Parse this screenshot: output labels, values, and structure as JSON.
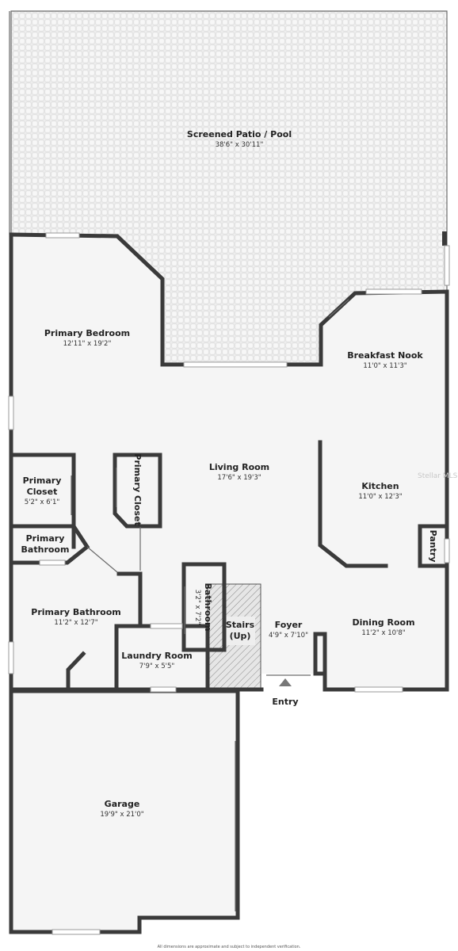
{
  "rooms": {
    "patio": {
      "name": "Screened Patio / Pool",
      "dim": "38'6\" x 30'11\""
    },
    "primary_bedroom": {
      "name": "Primary Bedroom",
      "dim": "12'11\" x 19'2\""
    },
    "breakfast_nook": {
      "name": "Breakfast Nook",
      "dim": "11'0\" x 11'3\""
    },
    "living_room": {
      "name": "Living Room",
      "dim": "17'6\" x 19'3\""
    },
    "kitchen": {
      "name": "Kitchen",
      "dim": "11'0\" x 12'3\""
    },
    "primary_closet_a": {
      "name": "Primary",
      "name2": "Closet",
      "dim": "5'2\" x 6'1\""
    },
    "primary_closet_b": {
      "name": "Primary Closet"
    },
    "primary_bathroom_small": {
      "name": "Primary",
      "name2": "Bathroom"
    },
    "pantry": {
      "name": "Pantry"
    },
    "bathroom": {
      "name": "Bathroom",
      "dim": "3'2\" x 7'2\""
    },
    "primary_bathroom": {
      "name": "Primary Bathroom",
      "dim": "11'2\" x 12'7\""
    },
    "stairs": {
      "name": "Stairs",
      "name2": "(Up)"
    },
    "foyer": {
      "name": "Foyer",
      "dim": "4'9\" x 7'10\""
    },
    "dining_room": {
      "name": "Dining Room",
      "dim": "11'2\" x 10'8\""
    },
    "laundry_room": {
      "name": "Laundry Room",
      "dim": "7'9\" x 5'5\""
    },
    "garage": {
      "name": "Garage",
      "dim": "19'9\" x 21'0\""
    }
  },
  "entry_label": "Entry",
  "watermark": "Stellar MLS",
  "disclaimer": "All dimensions are approximate and subject to independent verification.",
  "colors": {
    "wall": "#3a3a3a",
    "floor": "#f4f4f4",
    "patio": "#ececec",
    "stairs": "#e2e2e2"
  }
}
